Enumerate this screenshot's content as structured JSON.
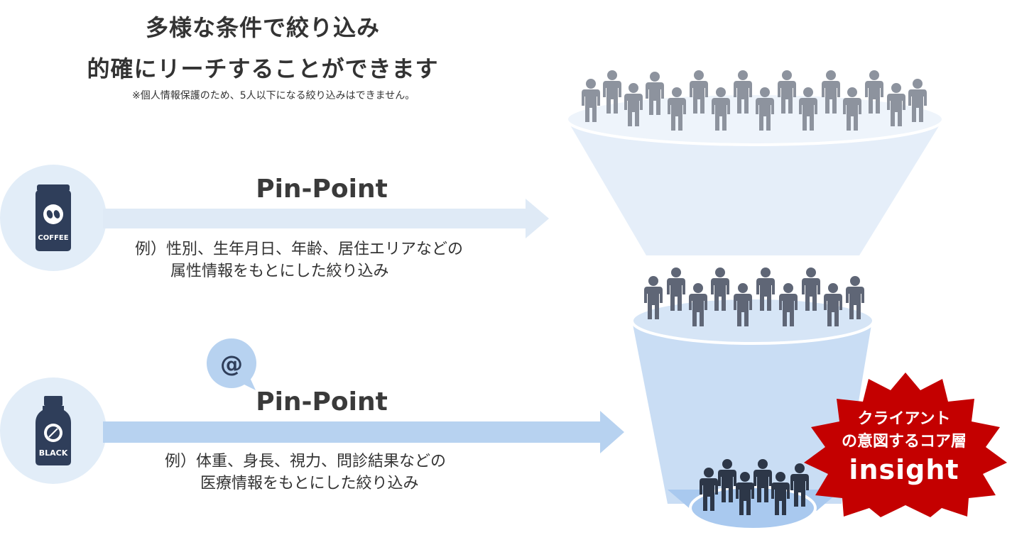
{
  "headline": {
    "line1": "多様な条件で絞り込み",
    "line2": "的確にリーチすることができます",
    "note": "※個人情報保護のため、5人以下になる絞り込みはできません。"
  },
  "rows": [
    {
      "icon": "coffee-can-icon",
      "icon_label": "COFFEE",
      "title": "Pin-Point",
      "desc_line1": "例）性別、生年月日、年齢、居住エリアなどの",
      "desc_line2": "属性情報をもとにした絞り込み"
    },
    {
      "icon": "black-bottle-icon",
      "icon_label": "BLACK",
      "title": "Pin-Point",
      "desc_line1": "例）体重、身長、視力、問診結果などの",
      "desc_line2": "医療情報をもとにした絞り込み",
      "bubble": "@"
    }
  ],
  "badge": {
    "line1": "クライアント",
    "line2": "の意図するコア層",
    "brand": "insight"
  },
  "colors": {
    "circle_bg": "#e2edf8",
    "arrow_1": "#dfeaf6",
    "arrow_2": "#b7d2f0",
    "funnel_top": "#e5eef9",
    "funnel_mid": "#c9ddf4",
    "funnel_bottom": "#a9c9ef",
    "icon_dark": "#2f3e5a",
    "person_light": "#8d939e",
    "person_mid": "#5f6676",
    "person_dark": "#2d3748",
    "badge_red": "#c40000"
  }
}
